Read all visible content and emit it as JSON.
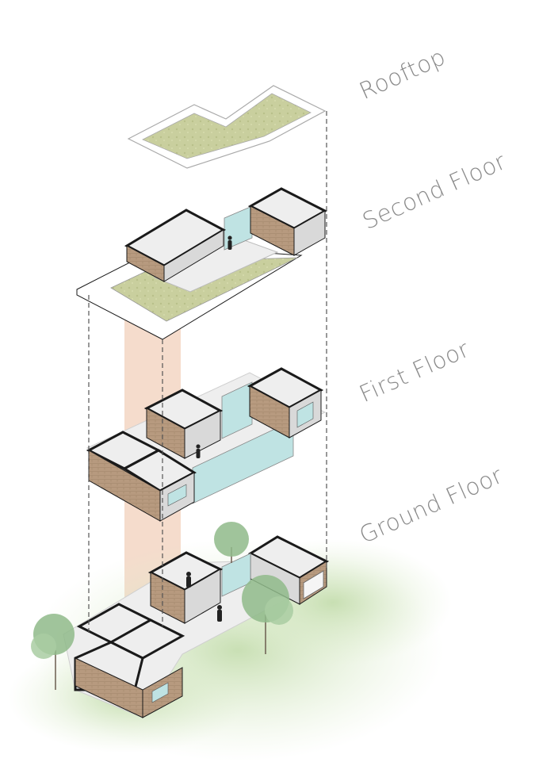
{
  "labels": {
    "rooftop": "Rooftop",
    "second_floor": "Second Floor",
    "first_floor": "First Floor",
    "ground_floor": "Ground Floor"
  },
  "colors": {
    "green_roof": "#c9cf9e",
    "slab": "#ffffff",
    "outline": "#1a1a1a",
    "brick": "#b79a7f",
    "interior_wall": "#d9d9d9",
    "glass": "#bfe3e3",
    "core_band": "#f3d6c3",
    "lawn": "#c9dfb4",
    "tree": "#8fba8a",
    "floor": "#eeeeee",
    "dashed_guide": "#555555"
  },
  "icons": [
    "person-figure",
    "tree"
  ]
}
